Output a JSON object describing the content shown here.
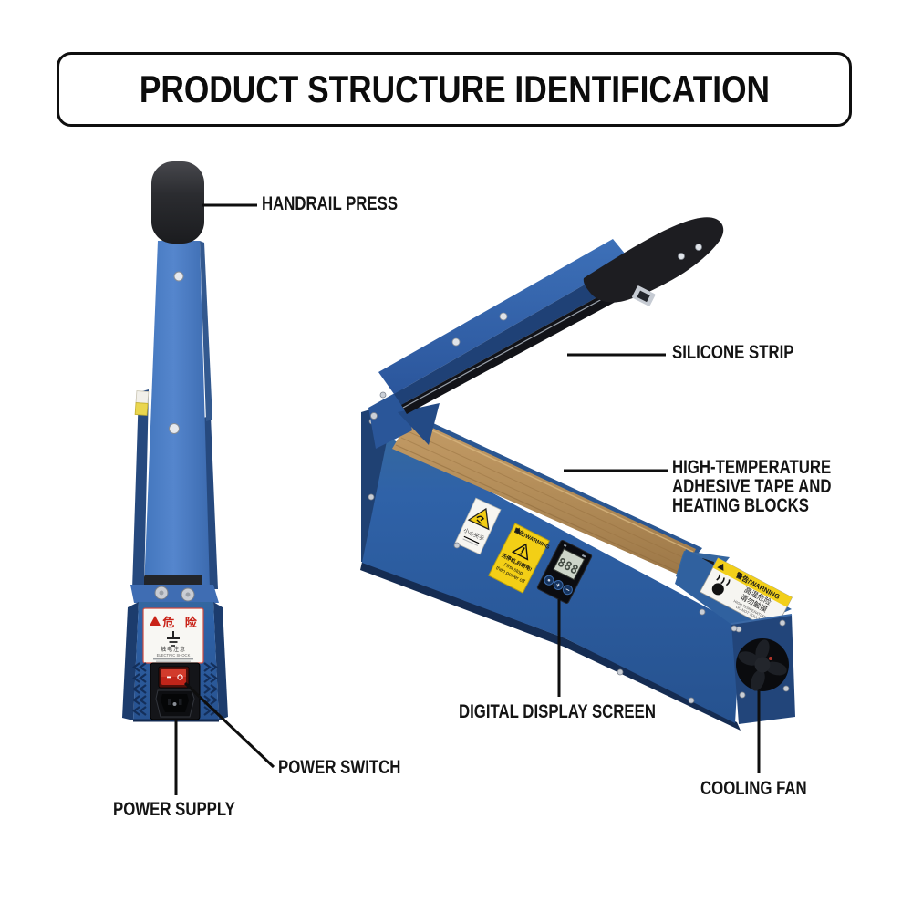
{
  "title": "PRODUCT STRUCTURE IDENTIFICATION",
  "labels": {
    "handrail_press": "HANDRAIL PRESS",
    "silicone_strip": "SILICONE STRIP",
    "high_temperature": "HIGH-TEMPERATURE\nADHESIVE TAPE AND\nHEATING BLOCKS",
    "digital_display": "DIGITAL DISPLAY SCREEN",
    "cooling_fan": "COOLING FAN",
    "power_switch": "POWER SWITCH",
    "power_supply": "POWER SUPPLY"
  },
  "stickers": {
    "danger": {
      "heading": "危 险",
      "caution": "触电注意",
      "caution_en": "ELECTRIC SHOCK"
    },
    "front_warning": {
      "heading": "警告/WARNING",
      "line1": "先停机,后断电!",
      "line2": "First stop",
      "line3": "then power off"
    },
    "pinch": {
      "text": "小心夹手"
    },
    "top_warning": {
      "heading": "警告/WARNING",
      "line1": "高温危险",
      "line2": "请勿触摸",
      "line3": "HIGH TEMPERATURE",
      "line4": "DO NOT TOUCH"
    }
  },
  "display": {
    "value": "888",
    "button_plus": "+",
    "button_minus": "−"
  },
  "colors": {
    "machine_blue": "#2f62a8",
    "machine_dark_blue": "#1e3f72",
    "tape_tan": "#b28c58",
    "warning_yellow": "#f3cf16",
    "danger_red": "#c92318",
    "handle_black": "#1c1c1f",
    "line_black": "#0e0e0e"
  }
}
